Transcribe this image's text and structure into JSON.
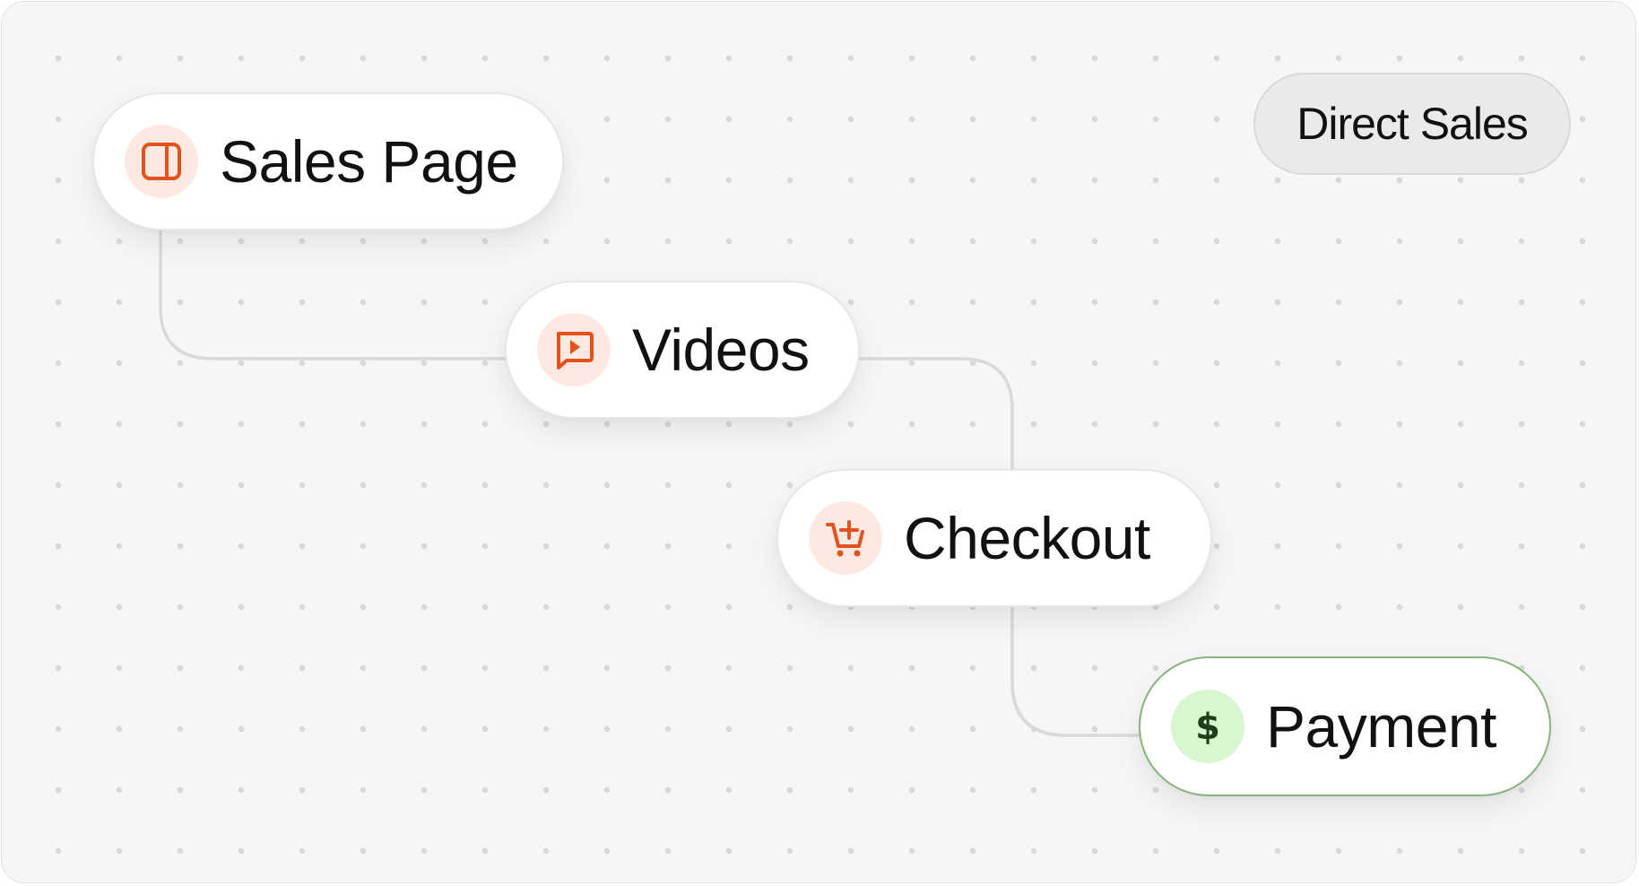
{
  "badge": {
    "label": "Direct Sales"
  },
  "nodes": [
    {
      "id": "sales-page",
      "label": "Sales Page",
      "icon": "sidebar-panel-icon",
      "accent": "#e4521b"
    },
    {
      "id": "videos",
      "label": "Videos",
      "icon": "video-message-icon",
      "accent": "#e4521b"
    },
    {
      "id": "checkout",
      "label": "Checkout",
      "icon": "cart-plus-icon",
      "accent": "#e4521b"
    },
    {
      "id": "payment",
      "label": "Payment",
      "icon": "dollar-icon",
      "accent": "#1f3d1a"
    }
  ],
  "colors": {
    "background": "#f6f6f6",
    "connector": "#d9d9d9",
    "icon_bg_orange": "#fde9e1",
    "icon_bg_green": "#d8f6cf",
    "payment_border": "#86b47c"
  }
}
